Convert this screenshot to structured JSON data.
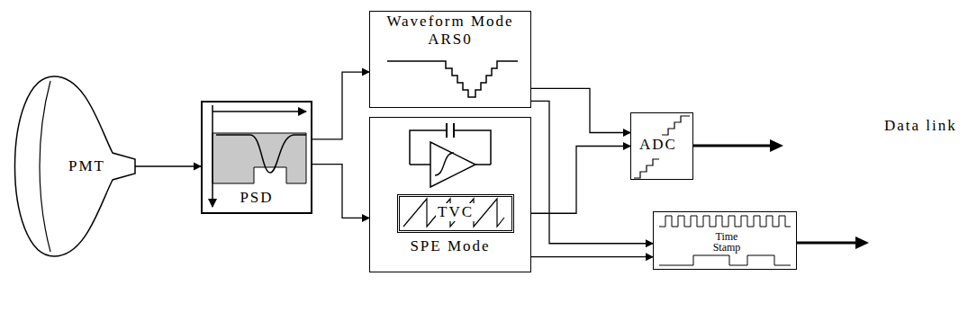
{
  "diagram": {
    "nodes": [
      {
        "text": [
          "PMT"
        ]
      },
      {
        "text": [
          "PSD"
        ]
      },
      {
        "text": [
          "Waveform Mode ARS0"
        ]
      },
      {
        "text": [
          "SPE Mode"
        ]
      },
      {
        "text": [
          "TVC"
        ],
        "in": 3
      },
      {
        "text": [
          "ADC"
        ]
      },
      {
        "text": [
          "Time Stamp"
        ]
      }
    ],
    "edges": [
      {
        "from": 0,
        "to": 1,
        "arrow": "to"
      },
      {
        "from": 1,
        "to": 2,
        "arrow": "to"
      },
      {
        "from": 1,
        "to": 3,
        "arrow": "to"
      },
      {
        "from": 2,
        "to": 5,
        "arrow": "to"
      },
      {
        "from": 2,
        "to": 6,
        "arrow": "to"
      },
      {
        "from": 3,
        "to": 5,
        "arrow": "to"
      },
      {
        "from": 3,
        "to": 6,
        "arrow": "to"
      }
    ],
    "labels": [
      "Data link"
    ]
  }
}
